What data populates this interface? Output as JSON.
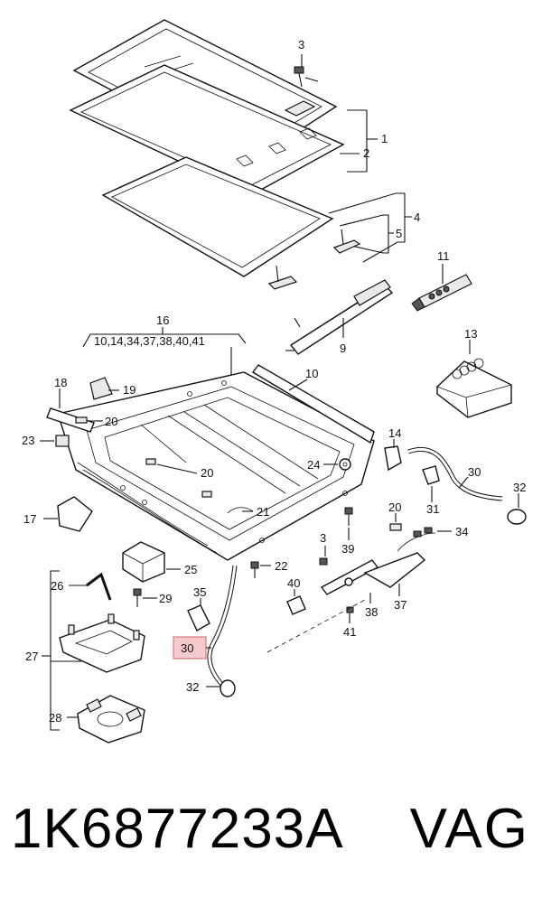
{
  "callouts": {
    "c1": "1",
    "c2": "2",
    "c3a": "3",
    "c4": "4",
    "c5": "5",
    "c9": "9",
    "c10": "10",
    "c11": "11",
    "c13": "13",
    "c14": "14",
    "c16": "16",
    "c16_list": "10,14,34,37,38,40,41",
    "c17": "17",
    "c18": "18",
    "c19": "19",
    "c20a": "20",
    "c20b": "20",
    "c20c": "20",
    "c21": "21",
    "c22": "22",
    "c23": "23",
    "c24": "24",
    "c25": "25",
    "c26": "26",
    "c27": "27",
    "c28": "28",
    "c29": "29",
    "c30a": "30",
    "c30b": "30",
    "c31": "31",
    "c32a": "32",
    "c32b": "32",
    "c34": "34",
    "c35": "35",
    "c37": "37",
    "c38": "38",
    "c39": "39",
    "c3b": "3",
    "c40": "40",
    "c41": "41"
  },
  "highlight_color": "#f6c9cc",
  "footer": {
    "part_number": "1K6877233A",
    "brand": "VAG"
  }
}
